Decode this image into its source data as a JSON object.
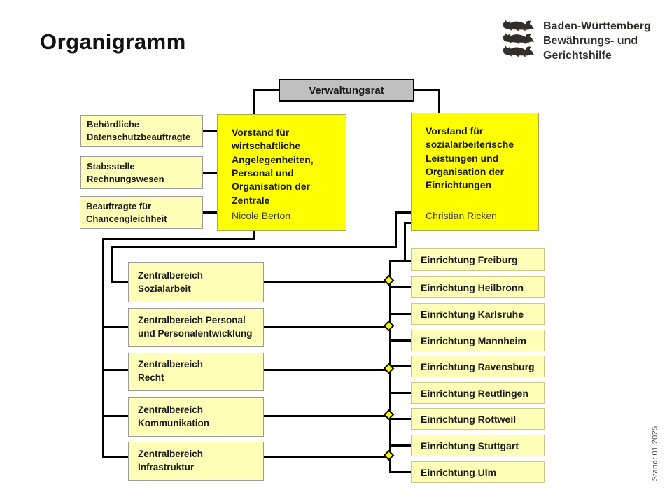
{
  "title": "Organigramm",
  "logo": {
    "lines": "Baden-Württemberg\nBewährungs- und\nGerichtshilfe",
    "icon": "three-lions-coat-of-arms"
  },
  "chart": {
    "board": "Verwaltungsrat",
    "vorstand_wirtschaft": {
      "title": "Vorstand für\nwirtschaftliche\nAngelegenheiten,\nPersonal und\nOrganisation der\nZentrale",
      "person": "Nicole Berton"
    },
    "vorstand_sozial": {
      "title": "Vorstand für\nsozialarbeiterische\nLeistungen und\nOrganisation der\nEinrichtungen",
      "person": "Christian Ricken"
    },
    "staff_units": [
      "Behördliche\nDatenschutzbeauftragte",
      "Stabsstelle\nRechnungswesen",
      "Beauftragte für\nChancengleichheit"
    ],
    "zentralbereiche": [
      "Zentralbereich\nSozialarbeit",
      "Zentralbereich Personal\nund Personalentwicklung",
      "Zentralbereich\nRecht",
      "Zentralbereich\nKommunikation",
      "Zentralbereich\nInfrastruktur"
    ],
    "einrichtungen": [
      "Einrichtung Freiburg",
      "Einrichtung Heilbronn",
      "Einrichtung Karlsruhe",
      "Einrichtung Mannheim",
      "Einrichtung Ravensburg",
      "Einrichtung Reutlingen",
      "Einrichtung Rottweil",
      "Einrichtung Stuttgart",
      "Einrichtung Ulm"
    ]
  },
  "footer": {
    "stand": "Stand: 01.2025"
  },
  "colors": {
    "accent_yellow": "#ffff00",
    "light_yellow": "#ffffb8",
    "board_gray": "#c0c0c0",
    "line_black": "#000000",
    "person_gray": "#3d3d3d"
  }
}
